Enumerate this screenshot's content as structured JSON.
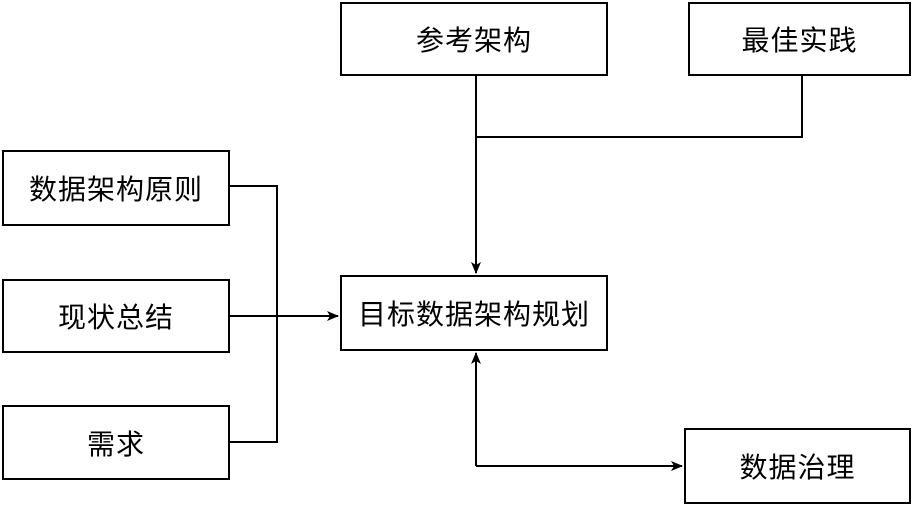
{
  "diagram": {
    "nodes": {
      "reference_architecture": "参考架构",
      "best_practice": "最佳实践",
      "data_architecture_principles": "数据架构原则",
      "current_state_summary": "现状总结",
      "requirements": "需求",
      "target_data_architecture_planning": "目标数据架构规划",
      "data_governance": "数据治理"
    },
    "edges": [
      {
        "from": "reference_architecture",
        "to": "target_data_architecture_planning"
      },
      {
        "from": "best_practice",
        "to": "target_data_architecture_planning"
      },
      {
        "from": "data_architecture_principles",
        "to": "target_data_architecture_planning"
      },
      {
        "from": "current_state_summary",
        "to": "target_data_architecture_planning"
      },
      {
        "from": "requirements",
        "to": "target_data_architecture_planning"
      },
      {
        "from": "target_data_architecture_planning",
        "to": "data_governance",
        "bidirectional": true
      }
    ],
    "colors": {
      "line": "#000000",
      "box_border": "#000000",
      "background": "#ffffff"
    }
  }
}
